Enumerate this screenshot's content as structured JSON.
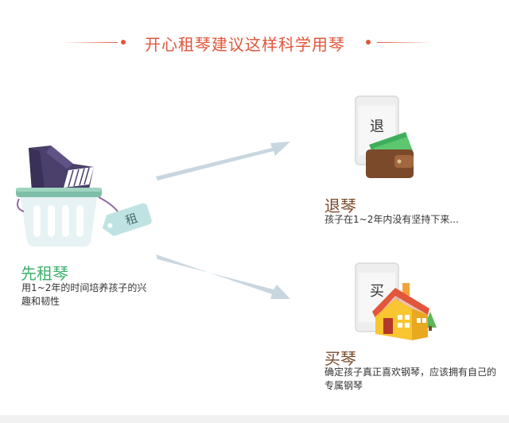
{
  "header": {
    "title": "开心租琴建议这样科学用琴"
  },
  "rent": {
    "heading": "先租琴",
    "tag_char": "租",
    "description": "用1~2年的时间培养孩子的兴趣和韧性"
  },
  "return": {
    "heading": "退琴",
    "phone_char": "退",
    "description": "孩子在1~2年内没有坚持下来..."
  },
  "buy": {
    "heading": "买琴",
    "phone_char": "买",
    "description": "确定孩子真正喜欢钢琴，应该拥有自己的专属钢琴"
  },
  "colors": {
    "accent_red": "#e2563b",
    "rent_green": "#3db06c",
    "brown": "#7a4a2a",
    "arrow_blue": "#c8d6e0",
    "basket_teal": "#bfe3e3",
    "piano_purple": "#4b3f6b"
  },
  "icons": [
    "piano-basket-icon",
    "rent-tag-icon",
    "phone-wallet-icon",
    "phone-house-icon",
    "arrow-up-icon",
    "arrow-down-icon"
  ]
}
